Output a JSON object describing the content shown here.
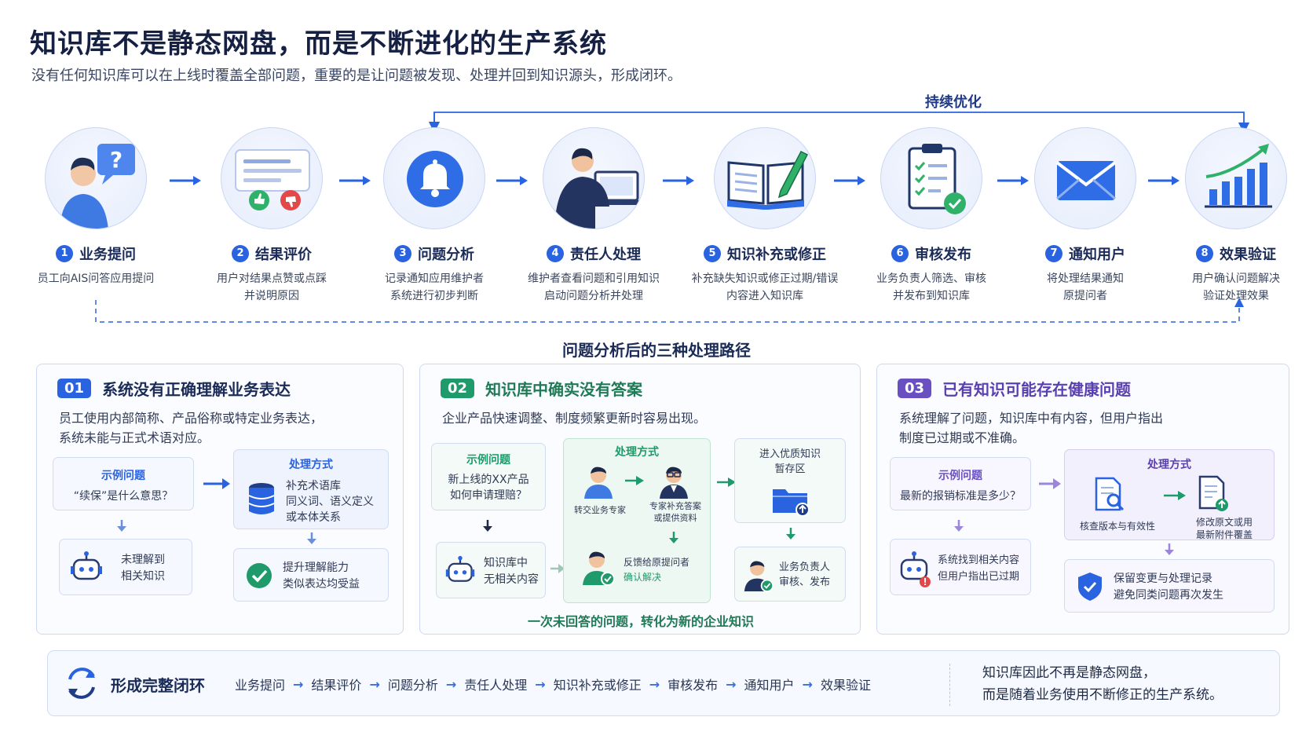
{
  "header": {
    "title": "知识库不是静态网盘，而是不断进化的生产系统",
    "subtitle": "没有任何知识库可以在上线时覆盖全部问题，重要的是让问题被发现、处理并回到知识源头，形成闭环。"
  },
  "loop": {
    "label": "持续优化"
  },
  "steps": [
    {
      "num": "1",
      "title": "业务提问",
      "desc1": "员工向AIS问答应用提问",
      "desc2": ""
    },
    {
      "num": "2",
      "title": "结果评价",
      "desc1": "用户对结果点赞或点踩",
      "desc2": "并说明原因"
    },
    {
      "num": "3",
      "title": "问题分析",
      "desc1": "记录通知应用维护者",
      "desc2": "系统进行初步判断"
    },
    {
      "num": "4",
      "title": "责任人处理",
      "desc1": "维护者查看问题和引用知识",
      "desc2": "启动问题分析并处理"
    },
    {
      "num": "5",
      "title": "知识补充或修正",
      "desc1": "补充缺失知识或修正过期/错误",
      "desc2": "内容进入知识库"
    },
    {
      "num": "6",
      "title": "审核发布",
      "desc1": "业务负责人筛选、审核",
      "desc2": "并发布到知识库"
    },
    {
      "num": "7",
      "title": "通知用户",
      "desc1": "将处理结果通知",
      "desc2": "原提问者"
    },
    {
      "num": "8",
      "title": "效果验证",
      "desc1": "用户确认问题解决",
      "desc2": "验证处理效果"
    }
  ],
  "paths_title": "问题分析后的三种处理路径",
  "panels": [
    {
      "badge": "01",
      "title": "系统没有正确理解业务表达",
      "desc1": "员工使用内部简称、产品俗称或特定业务表达，",
      "desc2": "系统未能与正式术语对应。",
      "example_head": "示例问题",
      "example_text": "“续保”是什么意思？",
      "robot_text1": "未理解到",
      "robot_text2": "相关知识",
      "method_head": "处理方式",
      "method_l1": "补充术语库",
      "method_l2": "同义词、语义定义",
      "method_l3": "或本体关系",
      "result_l1": "提升理解能力",
      "result_l2": "类似表达均受益"
    },
    {
      "badge": "02",
      "title": "知识库中确实没有答案",
      "desc1": "企业产品快速调整、制度频繁更新时容易出现。",
      "example_head": "示例问题",
      "example_l1": "新上线的XX产品",
      "example_l2": "如何申请理赔？",
      "robot_l1": "知识库中",
      "robot_l2": "无相关内容",
      "method_head": "处理方式",
      "m_a": "转交业务专家",
      "m_b1": "专家补充答案",
      "m_b2": "或提供资料",
      "m_c1": "反馈给原提问者",
      "m_c2": "确认解决",
      "stage_l1": "进入优质知识",
      "stage_l2": "暂存区",
      "owner_l1": "业务负责人",
      "owner_l2": "审核、发布",
      "footer": "一次未回答的问题，转化为新的企业知识"
    },
    {
      "badge": "03",
      "title": "已有知识可能存在健康问题",
      "desc1": "系统理解了问题，知识库中有内容，但用户指出",
      "desc2": "制度已过期或不准确。",
      "example_head": "示例问题",
      "example_text": "最新的报销标准是多少？",
      "robot_l1": "系统找到相关内容",
      "robot_l2": "但用户指出已过期",
      "method_head": "处理方式",
      "m_a": "核查版本与有效性",
      "m_b1": "修改原文或用",
      "m_b2": "最新附件覆盖",
      "keep_l1": "保留变更与处理记录",
      "keep_l2": "避免同类问题再次发生"
    }
  ],
  "bottom": {
    "label": "形成完整闭环",
    "flow": [
      "业务提问",
      "结果评价",
      "问题分析",
      "责任人处理",
      "知识补充或修正",
      "审核发布",
      "通知用户",
      "效果验证"
    ],
    "note1": "知识库因此不再是静态网盘，",
    "note2": "而是随着业务使用不断修正的生产系统。"
  },
  "colors": {
    "blue": "#2a63e0",
    "green": "#1f9a6a",
    "purple": "#6a4fc2",
    "navy": "#1b2b57"
  },
  "icons": [
    "question-person-icon",
    "feedback-icon",
    "bell-icon",
    "person-laptop-icon",
    "book-pen-icon",
    "checklist-icon",
    "mail-icon",
    "growth-chart-icon",
    "loop-icon",
    "robot-icon",
    "database-icon",
    "check-icon",
    "folder-icon",
    "shield-icon",
    "document-search-icon",
    "document-update-icon"
  ]
}
